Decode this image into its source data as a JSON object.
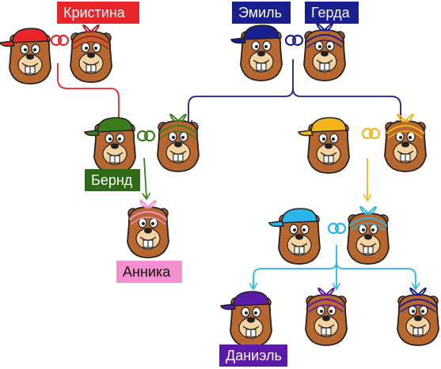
{
  "colors": {
    "skin": "#b8672e",
    "skin_dark": "#7a3e14",
    "muzzle": "#f6d3a2",
    "outline": "#222222",
    "red": "#e8262a",
    "darkred": "#b21f22",
    "navy": "#1a1f8f",
    "green": "#3a7d1e",
    "pink": "#f58fd0",
    "yellow": "#f4b51c",
    "cyan": "#29b5e8",
    "purple": "#5b1aa8"
  },
  "labels": {
    "kristina": "Кристина",
    "emil": "Эмиль",
    "gerda": "Герда",
    "bernd": "Бернд",
    "annika": "Анника",
    "daniel": "Даниэль"
  },
  "characters": [
    {
      "id": "kristina-beaver",
      "style": "cap",
      "color": "red"
    },
    {
      "id": "kristina-husband-beaver",
      "style": "bow",
      "color": "darkred"
    },
    {
      "id": "emil-beaver",
      "style": "cap",
      "color": "navy"
    },
    {
      "id": "gerda-beaver",
      "style": "bow",
      "color": "navy"
    },
    {
      "id": "bernd-beaver",
      "style": "cap",
      "color": "green"
    },
    {
      "id": "bernd-wife-beaver",
      "style": "bow",
      "color": "green"
    },
    {
      "id": "yellow-cap-beaver",
      "style": "cap",
      "color": "yellow"
    },
    {
      "id": "yellow-bow-beaver",
      "style": "bow",
      "color": "yellow"
    },
    {
      "id": "annika-beaver",
      "style": "bow",
      "color": "pink"
    },
    {
      "id": "cyan-cap-beaver",
      "style": "cap",
      "color": "cyan"
    },
    {
      "id": "cyan-bow-beaver",
      "style": "bow",
      "color": "cyan"
    },
    {
      "id": "daniel-beaver",
      "style": "cap",
      "color": "purple"
    },
    {
      "id": "purple-bow-beaver",
      "style": "bow",
      "color": "purple"
    },
    {
      "id": "blue-bow-beaver",
      "style": "bow",
      "color": "navy"
    }
  ]
}
